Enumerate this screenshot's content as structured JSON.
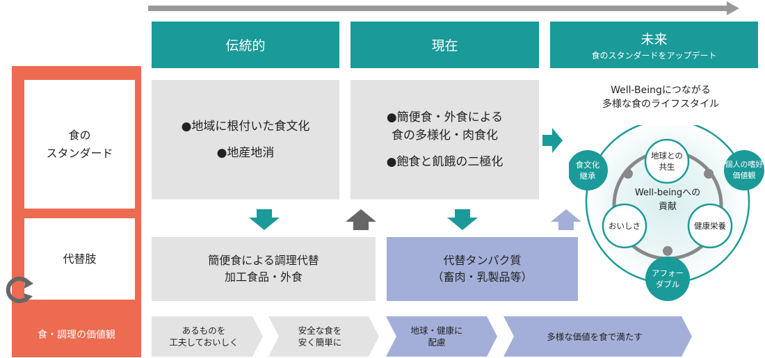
{
  "left": {
    "row1": [
      "食の",
      "スタンダード"
    ],
    "row2": "代替肢",
    "row3": "食・調理の価値観"
  },
  "headers": {
    "traditional": "伝統的",
    "present": "現在",
    "future": "未来",
    "future_sub": "食のスタンダードをアップデート"
  },
  "standard": {
    "traditional": [
      "●地域に根付いた食文化",
      "●地産地消"
    ],
    "present": [
      "●簡便食・外食による",
      "食の多様化・肉食化",
      "●飽食と飢餓の二極化"
    ]
  },
  "alternatives": {
    "left": [
      "簡便食による調理代替",
      "加工食品・外食"
    ],
    "right": [
      "代替タンパク質",
      "（畜肉・乳製品等）"
    ]
  },
  "values": [
    [
      "あるものを",
      "工夫しておいしく"
    ],
    [
      "安全な食を",
      "安く簡単に"
    ],
    [
      "地球・健康に",
      "配慮"
    ],
    [
      "多様な価値を食で満たす"
    ]
  ],
  "future_diagram": {
    "title": [
      "Well-Beingにつながる",
      "多様な食のライフスタイル"
    ],
    "center": [
      "Well-beingへの",
      "貢献"
    ],
    "inner": {
      "top": [
        "地球との",
        "共生"
      ],
      "left": [
        "おいしさ"
      ],
      "right": [
        "健康栄養"
      ]
    },
    "outer": {
      "left": [
        "食文化",
        "継承"
      ],
      "right": [
        "個人の嗜好",
        "価値観"
      ],
      "bottom": [
        "アフォー",
        "ダブル"
      ]
    }
  },
  "colors": {
    "teal": "#1a9a98",
    "coral": "#ec6b51",
    "gray_box": "#e3e3e3",
    "lavender": "#a3afd8",
    "dark_arrow": "#666666",
    "light_arrow": "#a3afd8"
  }
}
